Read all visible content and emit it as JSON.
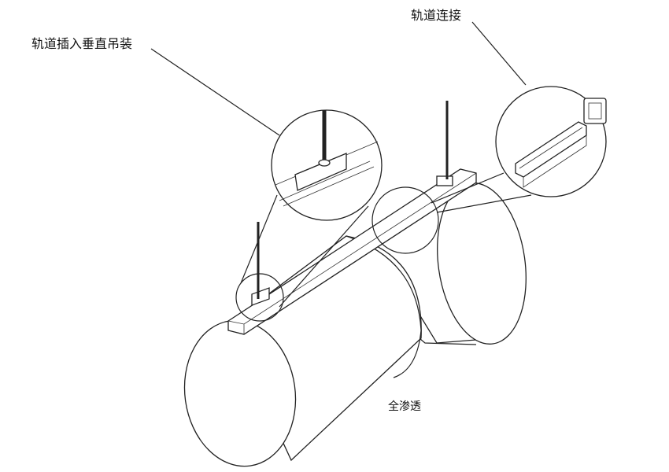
{
  "labels": {
    "vertical_hanging": "轨道插入垂直吊装",
    "rail_connection": "轨道连接",
    "full_penetration": "全渗透"
  },
  "colors": {
    "line": "#222222",
    "background": "#ffffff"
  }
}
